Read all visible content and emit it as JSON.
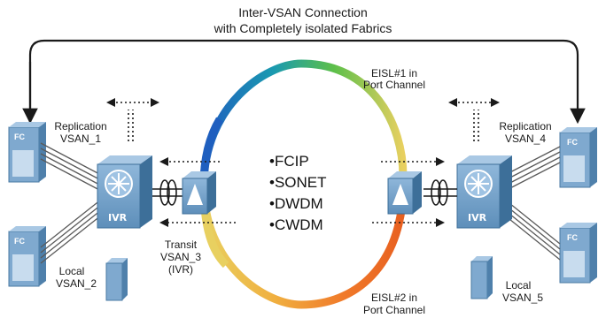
{
  "title_line1": "Inter-VSAN Connection",
  "title_line2": "with Completely isolated Fabrics",
  "eisl1_line1": "EISL#1 in",
  "eisl1_line2": "Port Channel",
  "eisl2_line1": "EISL#2 in",
  "eisl2_line2": "Port Channel",
  "left_top_line1": "Replication",
  "left_top_line2": "VSAN_1",
  "left_bottom_line1": "Local",
  "left_bottom_line2": "VSAN_2",
  "right_top_line1": "Replication",
  "right_top_line2": "VSAN_4",
  "right_bottom_line1": "Local",
  "right_bottom_line2": "VSAN_5",
  "transit_line1": "Transit",
  "transit_line2": "VSAN_3",
  "transit_line3": "(IVR)",
  "technologies": [
    "•FCIP",
    "•SONET",
    "•DWDM",
    "•CWDM"
  ],
  "fc_label": "FC",
  "ivr_label": "IVR",
  "colors": {
    "switch_blue": "#6a9fc8",
    "switch_dark": "#3d6f99",
    "storage_blue": "#7fa9cf",
    "ring_blue": "#1f5fbf",
    "ring_green": "#5cbf4a",
    "ring_yellow": "#e8d060",
    "ring_orange": "#f07a2a"
  },
  "icons": [
    "storage-array-icon",
    "multilayer-switch-icon",
    "optical-mux-icon",
    "server-icon"
  ]
}
